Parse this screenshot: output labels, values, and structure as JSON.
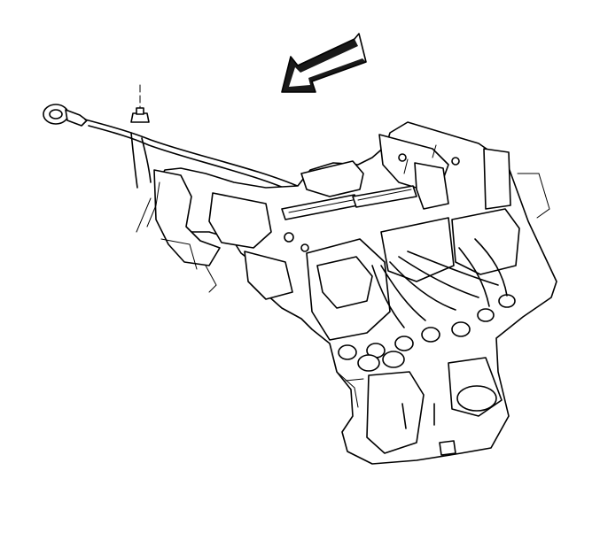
{
  "figure": {
    "kind": "line-art technical illustration",
    "subject": "engine-dipstick-and-tube",
    "colors": {
      "line": "#000000",
      "background": "#ffffff"
    },
    "parts": [
      {
        "id": "arrow",
        "icon": "direction-arrow-icon"
      },
      {
        "id": "dipstick-handle",
        "icon": "ring-handle-icon"
      },
      {
        "id": "dipstick-tube",
        "icon": "tube-icon"
      },
      {
        "id": "tube-bolt",
        "icon": "bolt-icon"
      },
      {
        "id": "engine-block",
        "icon": "engine-icon"
      }
    ]
  }
}
